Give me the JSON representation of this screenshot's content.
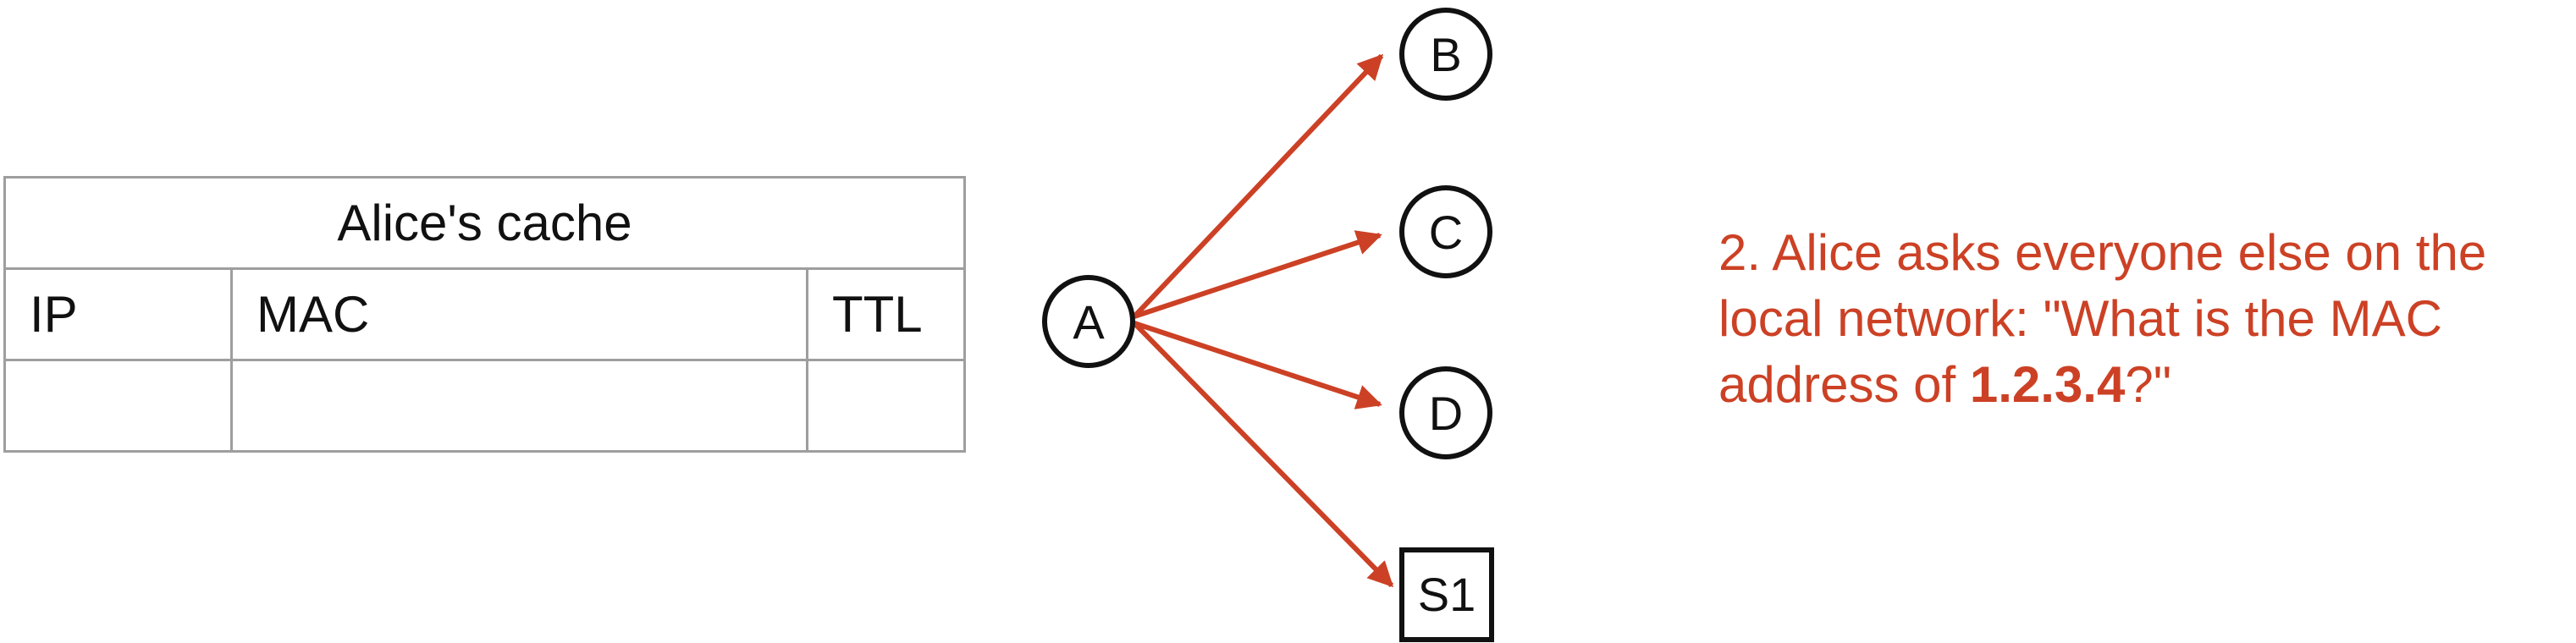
{
  "cache_table": {
    "title": "Alice's cache",
    "headers": [
      "IP",
      "MAC",
      "TTL"
    ],
    "rows": [
      [
        "",
        "",
        ""
      ]
    ]
  },
  "nodes": {
    "a": "A",
    "b": "B",
    "c": "C",
    "d": "D",
    "s1": "S1"
  },
  "caption": {
    "prefix": "2. Alice asks everyone else on the local network: \"What is the MAC address of ",
    "ip": "1.2.3.4",
    "suffix": "?\""
  },
  "colors": {
    "arrow": "#cc4125",
    "caption": "#cc4125"
  }
}
